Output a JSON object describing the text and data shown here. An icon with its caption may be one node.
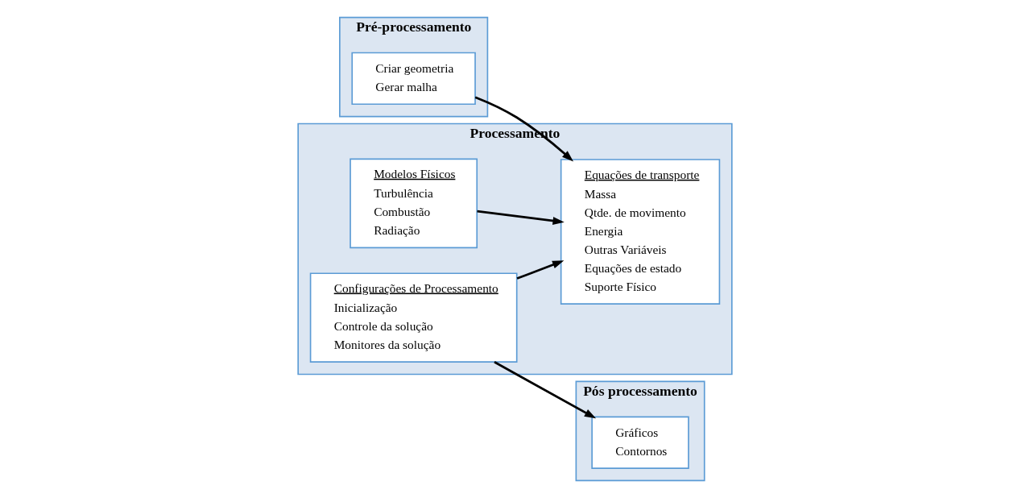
{
  "diagram": {
    "nodes": [
      {
        "text": [
          "Pré-processamento"
        ]
      },
      {
        "text": [
          "Criar geometria",
          "Gerar malha"
        ],
        "in": 0
      },
      {
        "text": [
          "Processamento"
        ]
      },
      {
        "text": [
          "Equações de transporte",
          "Massa",
          "Qtde. de movimento",
          "Energia",
          "Outras Variáveis",
          "Equações de estado",
          "Suporte Físico"
        ],
        "in": 2
      },
      {
        "text": [
          "Modelos Físicos",
          "Turbulência",
          "Combustão",
          "Radiação"
        ],
        "in": 2
      },
      {
        "text": [
          "Configurações de Processamento",
          "Inicialização",
          "Controle da solução",
          "Monitores da solução"
        ],
        "in": 2
      },
      {
        "text": [
          "Pós processamento"
        ]
      },
      {
        "text": [
          "Gráficos",
          "Contornos"
        ],
        "in": 6
      }
    ],
    "edges": [
      {
        "from": 1,
        "to": 3,
        "arrow": "to"
      },
      {
        "from": 4,
        "to": 3,
        "arrow": "to"
      },
      {
        "from": 5,
        "to": 3,
        "arrow": "to"
      },
      {
        "from": 5,
        "to": 7,
        "arrow": "to"
      }
    ]
  }
}
